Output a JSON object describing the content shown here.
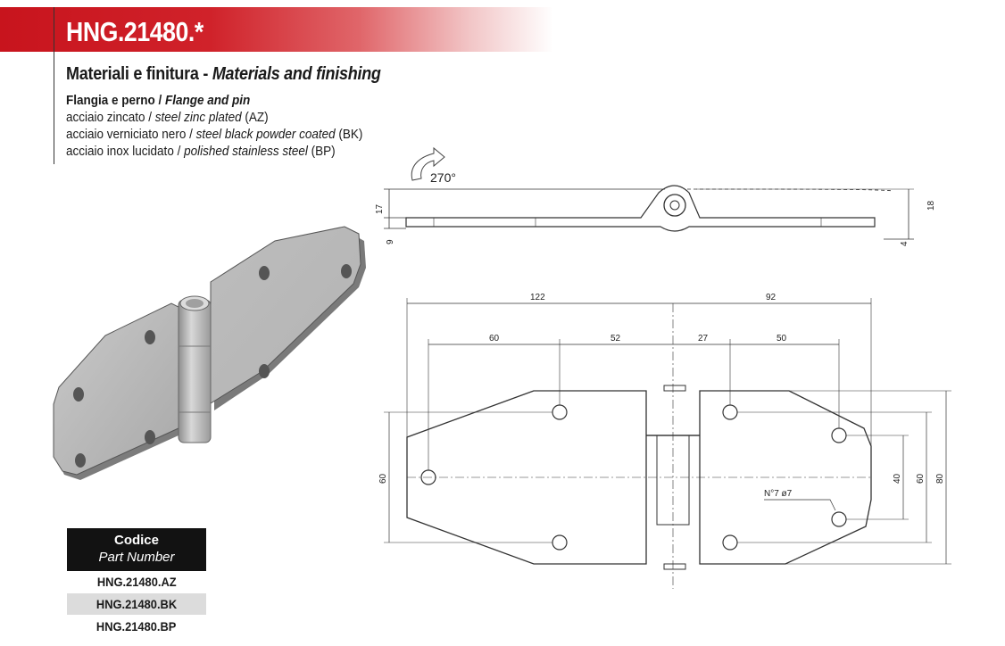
{
  "header": {
    "title": "HNG.21480.*"
  },
  "materials": {
    "heading_it": "Materiali e finitura - ",
    "heading_en": "Materials and finishing",
    "sub_it": "Flangia e perno / ",
    "sub_en": "Flange and pin",
    "lines": [
      {
        "it": "acciaio zincato / ",
        "en": "steel zinc plated",
        "code": " (AZ)"
      },
      {
        "it": "acciaio verniciato nero / ",
        "en": "steel black powder coated",
        "code": " (BK)"
      },
      {
        "it": "acciaio inox lucidato / ",
        "en": "polished stainless steel",
        "code": " (BP)"
      }
    ]
  },
  "side_view": {
    "rotation": "270°",
    "dims": {
      "total_height": "17",
      "flange_thk": "9",
      "right_height": "18",
      "right_thk": "4"
    }
  },
  "top_view": {
    "dims": {
      "left_width": "122",
      "right_width": "92",
      "hole_left": "60",
      "hole_left2": "52",
      "hole_right": "27",
      "hole_right2": "50",
      "left_height": "60",
      "inner_height": "40",
      "mid_height": "60",
      "total_height": "80",
      "holes_note": "N°7 ø7"
    }
  },
  "codes": {
    "header_it": "Codice",
    "header_en": "Part Number",
    "rows": [
      "HNG.21480.AZ",
      "HNG.21480.BK",
      "HNG.21480.BP"
    ]
  },
  "colors": {
    "brand_red": "#c8141d",
    "table_head": "#121212",
    "row_alt": "#dcdcdc"
  }
}
